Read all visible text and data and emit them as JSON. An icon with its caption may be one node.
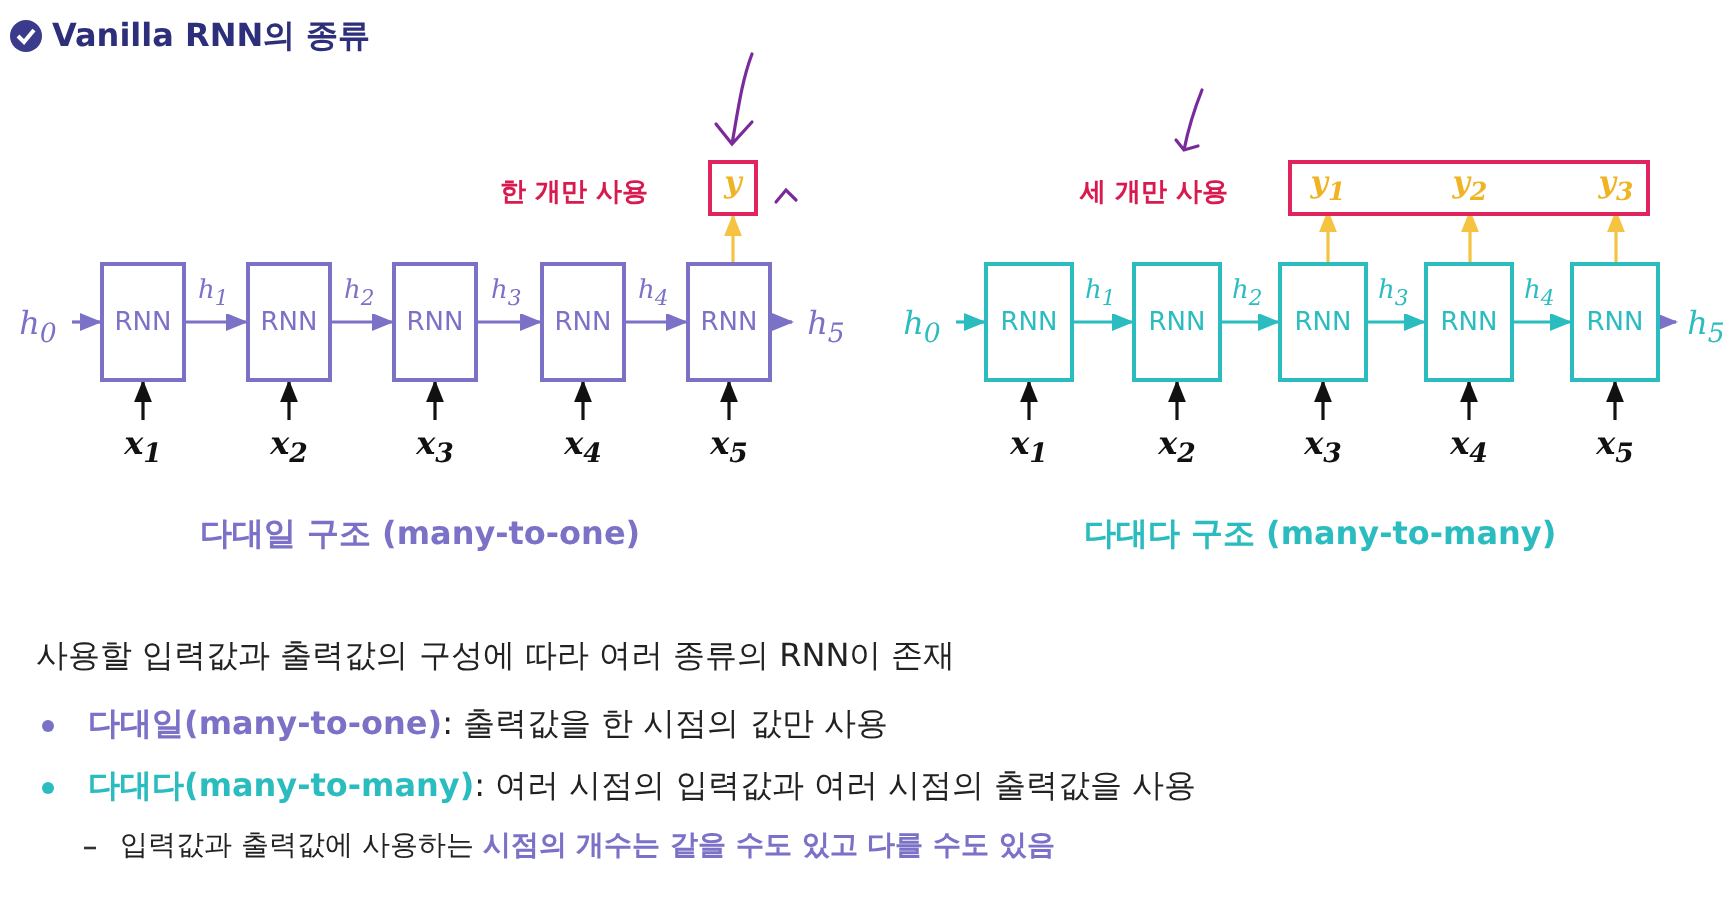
{
  "diagram": {
    "title": "Vanilla RNN의 종류",
    "nodes": [
      {
        "text": [
          "h$_{0}$"
        ]
      },
      {
        "text": [
          "RNN"
        ]
      },
      {
        "text": [
          "RNN"
        ]
      },
      {
        "text": [
          "RNN"
        ]
      },
      {
        "text": [
          "RNN"
        ]
      },
      {
        "text": [
          "RNN"
        ]
      },
      {
        "text": [
          "h$_{5}$"
        ]
      },
      {
        "text": [
          "x$_{1}$"
        ]
      },
      {
        "text": [
          "x$_{2}$"
        ]
      },
      {
        "text": [
          "x$_{3}$"
        ]
      },
      {
        "text": [
          "x$_{4}$"
        ]
      },
      {
        "text": [
          "x$_{5}$"
        ]
      },
      {
        "text": [
          "y"
        ],
        "beside": [
          "한 개만 사용"
        ]
      },
      {
        "text": [
          "h$_{0}$"
        ]
      },
      {
        "text": [
          "RNN"
        ]
      },
      {
        "text": [
          "RNN"
        ]
      },
      {
        "text": [
          "RNN"
        ]
      },
      {
        "text": [
          "RNN"
        ]
      },
      {
        "text": [
          "RNN"
        ]
      },
      {
        "text": [
          "h$_{5}$"
        ]
      },
      {
        "text": [
          "x$_{1}$"
        ]
      },
      {
        "text": [
          "x$_{2}$"
        ]
      },
      {
        "text": [
          "x$_{3}$"
        ]
      },
      {
        "text": [
          "x$_{4}$"
        ]
      },
      {
        "text": [
          "x$_{5}$"
        ]
      },
      {
        "text": [],
        "shape": "box",
        "beside": [
          "세 개만 사용"
        ]
      },
      {
        "text": [
          "y$_{1}$"
        ],
        "in": 25
      },
      {
        "text": [
          "y$_{2}$"
        ],
        "in": 25
      },
      {
        "text": [
          "y$_{3}$"
        ],
        "in": 25
      }
    ],
    "edges": [
      {
        "from": 0,
        "to": 1,
        "arrow": "to",
        "color": "#7b72c8"
      },
      {
        "from": 1,
        "to": 2,
        "arrow": "to",
        "label": "h$_{1}$",
        "color": "#7b72c8"
      },
      {
        "from": 2,
        "to": 3,
        "arrow": "to",
        "label": "h$_{2}$",
        "color": "#7b72c8"
      },
      {
        "from": 3,
        "to": 4,
        "arrow": "to",
        "label": "h$_{3}$",
        "color": "#7b72c8"
      },
      {
        "from": 4,
        "to": 5,
        "arrow": "to",
        "label": "h$_{4}$",
        "color": "#7b72c8"
      },
      {
        "from": 5,
        "to": 6,
        "arrow": "to",
        "color": "#7b72c8"
      },
      {
        "from": 7,
        "to": 1,
        "arrow": "to"
      },
      {
        "from": 8,
        "to": 2,
        "arrow": "to"
      },
      {
        "from": 9,
        "to": 3,
        "arrow": "to"
      },
      {
        "from": 10,
        "to": 4,
        "arrow": "to"
      },
      {
        "from": 11,
        "to": 5,
        "arrow": "to"
      },
      {
        "from": 5,
        "to": 12,
        "arrow": "to",
        "color": "#f5c242"
      },
      {
        "from": 13,
        "to": 14,
        "arrow": "to",
        "color": "#2bbcc0"
      },
      {
        "from": 14,
        "to": 15,
        "arrow": "to",
        "label": "h$_{1}$",
        "color": "#2bbcc0"
      },
      {
        "from": 15,
        "to": 16,
        "arrow": "to",
        "label": "h$_{2}$",
        "color": "#2bbcc0"
      },
      {
        "from": 16,
        "to": 17,
        "arrow": "to",
        "label": "h$_{3}$",
        "color": "#2bbcc0"
      },
      {
        "from": 17,
        "to": 18,
        "arrow": "to",
        "label": "h$_{4}$",
        "color": "#2bbcc0"
      },
      {
        "from": 18,
        "to": 19,
        "arrow": "to",
        "color": "#7b72c8"
      },
      {
        "from": 20,
        "to": 14,
        "arrow": "to"
      },
      {
        "from": 21,
        "to": 15,
        "arrow": "to"
      },
      {
        "from": 22,
        "to": 16,
        "arrow": "to"
      },
      {
        "from": 23,
        "to": 17,
        "arrow": "to"
      },
      {
        "from": 24,
        "to": 18,
        "arrow": "to"
      },
      {
        "from": 16,
        "to": 26,
        "arrow": "to",
        "color": "#f5c242"
      },
      {
        "from": 17,
        "to": 27,
        "arrow": "to",
        "color": "#f5c242"
      },
      {
        "from": 18,
        "to": 28,
        "arrow": "to",
        "color": "#f5c242"
      }
    ],
    "labels": [
      "다대일 구조 (many-to-one)",
      "다대다 구조 (many-to-many)",
      "사용할 입력값과 출력값의 구성에 따라 여러 종류의 RNN이 존재",
      "**다대일(many-to-one)**: 출력값을 한 시점의 값만 사용",
      "**다대다(many-to-many)**: 여러 시점의 입력값과 여러 시점의 출력값을 사용",
      "입력값과 출력값에 사용하는 **시점의 개수는 같을 수도 있고 다를 수도 있음**"
    ]
  }
}
